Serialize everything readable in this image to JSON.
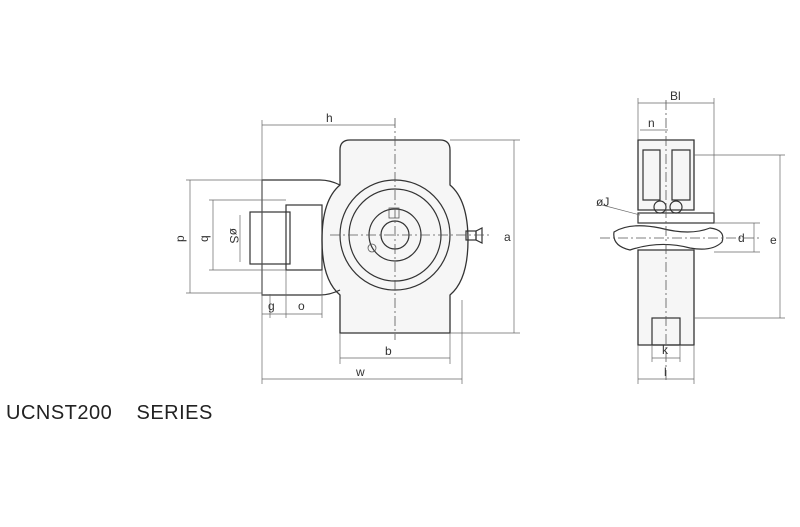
{
  "title": "UCNST200    SERIES",
  "front_view": {
    "labels": {
      "h": "h",
      "p": "p",
      "q": "q",
      "s": "øS",
      "g": "g",
      "o": "o",
      "b": "b",
      "w": "w",
      "a": "a"
    }
  },
  "side_view": {
    "labels": {
      "bi": "Bl",
      "n": "n",
      "j": "øJ",
      "d": "d",
      "e": "e",
      "k": "k",
      "l": "l"
    }
  }
}
